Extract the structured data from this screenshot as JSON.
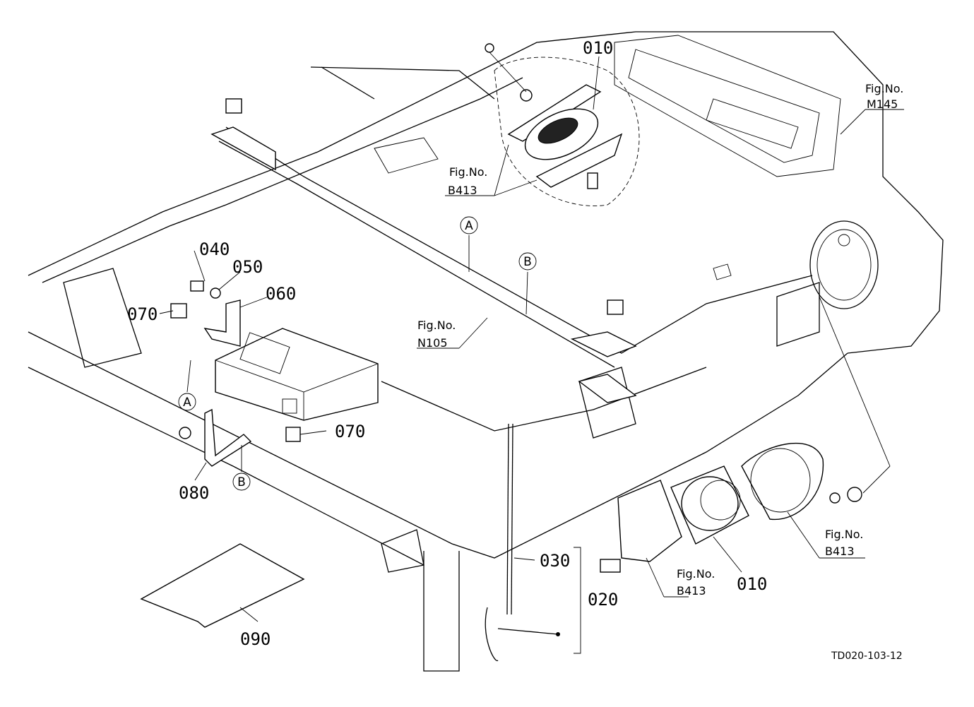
{
  "diagram": {
    "part_labels": {
      "p010_top": "010",
      "p010_bottom": "010",
      "p020": "020",
      "p030": "030",
      "p040": "040",
      "p050": "050",
      "p060": "060",
      "p070_left": "070",
      "p070_mid": "070",
      "p080": "080",
      "p090": "090"
    },
    "fig_refs": {
      "m145": {
        "line1": "Fig.No.",
        "line2": "M145"
      },
      "b413_top": {
        "line1": "Fig.No.",
        "line2": "B413"
      },
      "n105": {
        "line1": "Fig.No.",
        "line2": "N105"
      },
      "b413_mid": {
        "line1": "Fig.No.",
        "line2": "B413"
      },
      "b413_right": {
        "line1": "Fig.No.",
        "line2": "B413"
      }
    },
    "markers": {
      "a_top": "A",
      "b_top": "B",
      "a_left": "A",
      "b_bottom": "B"
    },
    "drawing_code": "TD020-103-12"
  }
}
